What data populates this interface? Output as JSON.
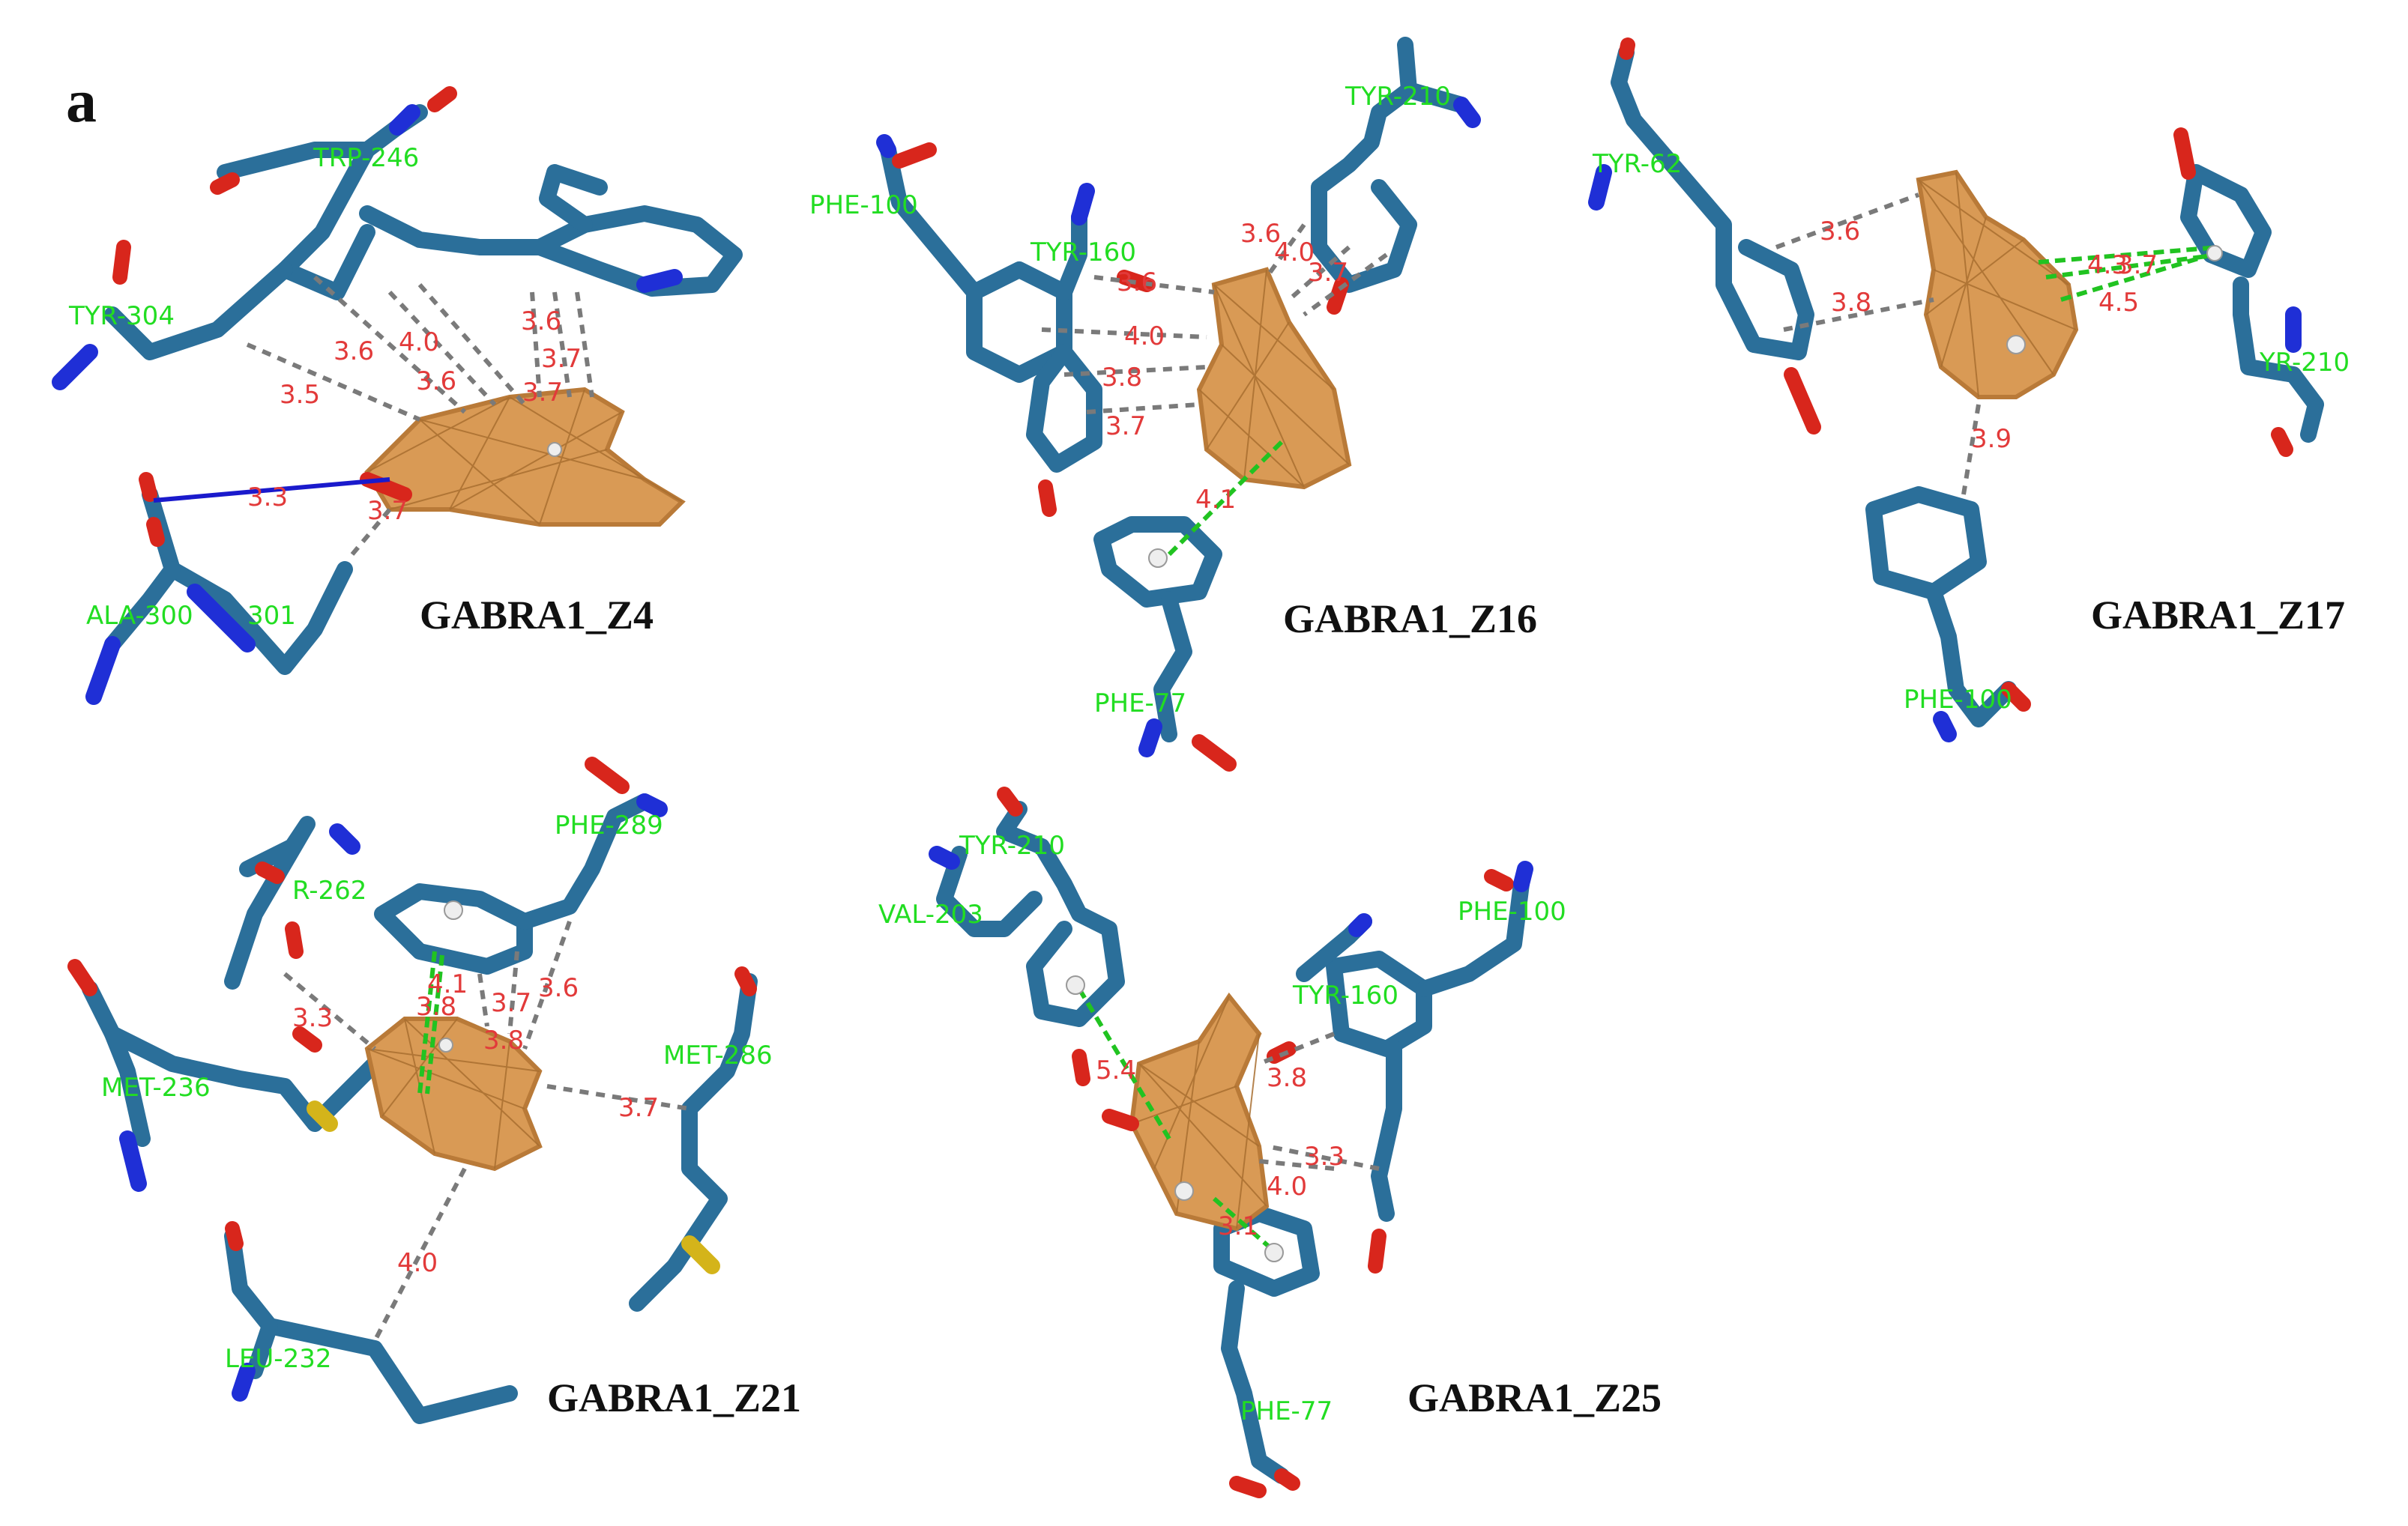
{
  "figure": {
    "panel_letter": "a",
    "complexes": [
      {
        "name": "GABRA1_Z4",
        "residues": [
          "TRP-246",
          "TYR-304",
          "ALA-300",
          "301"
        ],
        "distances": [
          "3.5",
          "3.6",
          "4.0",
          "3.6",
          "3.6",
          "3.7",
          "3.7",
          "3.3",
          "3.7"
        ]
      },
      {
        "name": "GABRA1_Z16",
        "residues": [
          "TYR-210",
          "PHE-100",
          "TYR-160",
          "PHE-77"
        ],
        "distances": [
          "3.6",
          "4.0",
          "3.7",
          "3.6",
          "4.0",
          "3.8",
          "3.7",
          "4.1"
        ]
      },
      {
        "name": "GABRA1_Z17",
        "residues": [
          "TYR-62",
          "YR-210",
          "PHE-100"
        ],
        "distances": [
          "3.6",
          "3.8",
          "4.3",
          "3.7",
          "4.5",
          "3.9"
        ]
      },
      {
        "name": "GABRA1_Z21",
        "residues": [
          "PHE-289",
          "R-262",
          "MET-236",
          "MET-286",
          "LEU-232"
        ],
        "distances": [
          "3.3",
          "4.1",
          "3.8",
          "3.7",
          "3.6",
          "3.8",
          "3.7",
          "4.0"
        ]
      },
      {
        "name": "GABRA1_Z25",
        "residues": [
          "TYR-210",
          "VAL-203",
          "PHE-100",
          "TYR-160",
          "PHE-77"
        ],
        "distances": [
          "5.4",
          "3.8",
          "3.3",
          "4.0",
          "3.1"
        ]
      }
    ]
  },
  "colors": {
    "carbon": "#2b6f9a",
    "nitrogen": "#1f2fd6",
    "oxygen": "#d8261c",
    "sulfur": "#d4b41a",
    "ligand": "#d99a55",
    "residue_label": "#22dd22",
    "distance_label": "#e23a3a",
    "hydrophobic_contact": "#7a7a7a",
    "pi_stacking": "#21c321",
    "hydrogen_bond": "#1a1acc"
  }
}
